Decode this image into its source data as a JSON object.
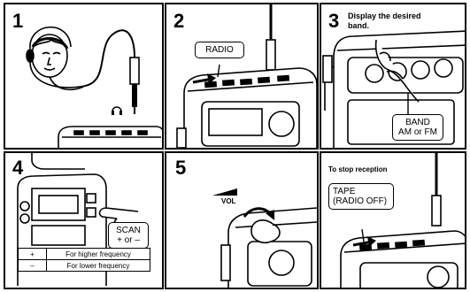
{
  "steps": {
    "s1": {
      "number": "1"
    },
    "s2": {
      "number": "2",
      "label": "RADIO"
    },
    "s3": {
      "number": "3",
      "caption_line1": "Display the desired",
      "caption_line2": "band.",
      "label_line1": "BAND",
      "label_line2": "AM or FM"
    },
    "s4": {
      "number": "4",
      "label_line1": "SCAN",
      "label_line2": "+ or –",
      "table": [
        {
          "symbol": "+",
          "meaning": "For higher frequency"
        },
        {
          "symbol": "–",
          "meaning": "For lower frequency"
        }
      ]
    },
    "s5": {
      "number": "5",
      "vol_label": "VOL"
    },
    "s6": {
      "caption": "To stop reception",
      "label_line1": "TAPE",
      "label_line2": "(RADIO OFF)"
    }
  }
}
